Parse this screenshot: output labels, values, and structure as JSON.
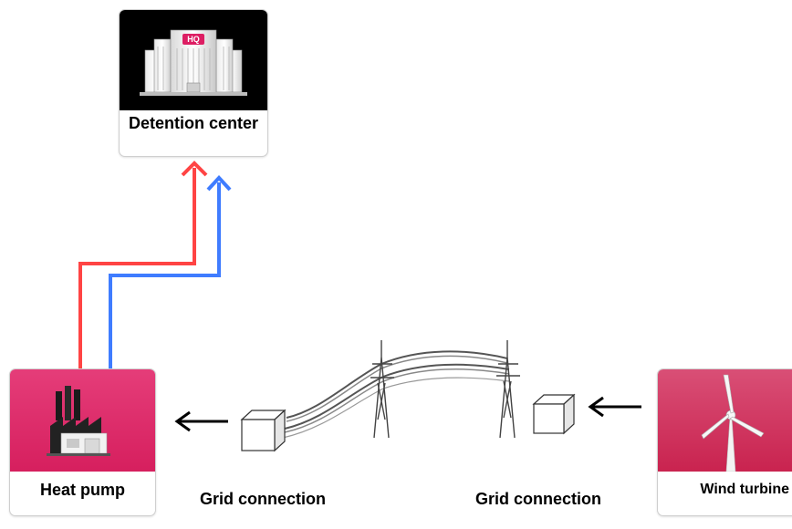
{
  "nodes": {
    "detention_center": {
      "label": "Detention center",
      "badge": "HQ",
      "icon": "hq-building-icon",
      "tile_color": "#000000"
    },
    "heat_pump": {
      "label": "Heat pump",
      "icon": "factory-icon",
      "tile_color": "#dd1e63"
    },
    "wind_turbine": {
      "label": "Wind turbine",
      "icon": "wind-turbine-icon",
      "tile_color": "#d42a5a"
    }
  },
  "grid_connections": [
    {
      "label": "Grid connection",
      "icon": "grid-box-icon"
    },
    {
      "label": "Grid connection",
      "icon": "grid-box-icon"
    }
  ],
  "flows": {
    "supply_color": "#ff4444",
    "return_color": "#3f7cff",
    "arrow_color": "#000000"
  },
  "icons": {
    "power_line": "power-line-icon",
    "pylon": "pylon-icon"
  }
}
